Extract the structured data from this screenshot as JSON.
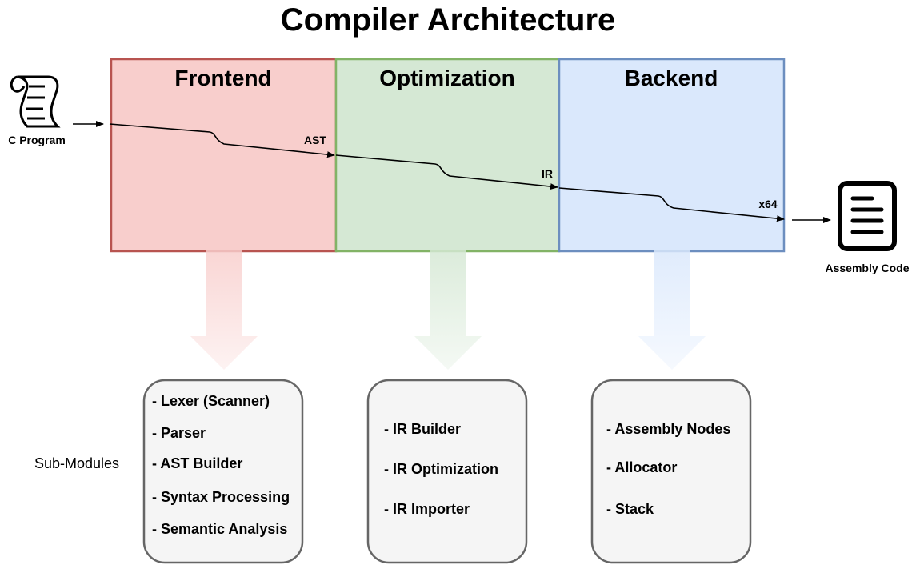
{
  "title": "Compiler Architecture",
  "input": {
    "label": "C Program",
    "icon": "script-icon"
  },
  "output": {
    "label": "Assembly Code",
    "icon": "document-icon"
  },
  "stages": [
    {
      "id": "frontend",
      "title": "Frontend",
      "fill": "#f8cecc",
      "stroke": "#b85450",
      "output_label": "AST",
      "modules": [
        "- Lexer (Scanner)",
        "- Parser",
        "- AST Builder",
        "- Syntax Processing",
        "- Semantic Analysis"
      ]
    },
    {
      "id": "optimization",
      "title": "Optimization",
      "fill": "#d5e8d4",
      "stroke": "#82b366",
      "output_label": "IR",
      "modules": [
        "- IR Builder",
        "- IR Optimization",
        "- IR Importer"
      ]
    },
    {
      "id": "backend",
      "title": "Backend",
      "fill": "#dae8fc",
      "stroke": "#6c8ebf",
      "output_label": "x64",
      "modules": [
        "- Assembly Nodes",
        "- Allocator",
        "- Stack"
      ]
    }
  ],
  "modules_caption": "Sub-Modules",
  "colors": {
    "module_fill": "#f5f5f5",
    "module_stroke": "#666666"
  }
}
